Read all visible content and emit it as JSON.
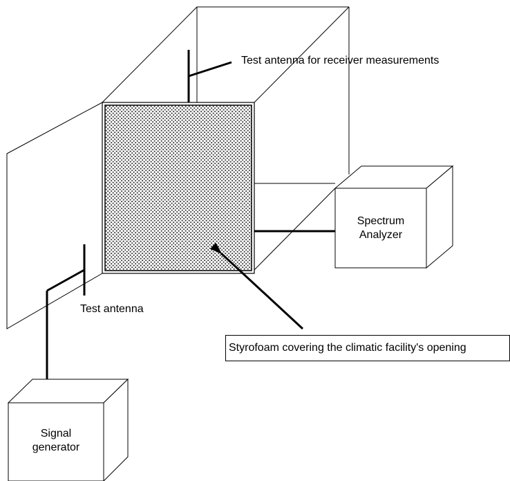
{
  "labels": {
    "test_antenna_receiver": "Test antenna for receiver measurements",
    "spectrum_analyzer_line1": "Spectrum",
    "spectrum_analyzer_line2": "Analyzer",
    "test_antenna": "Test antenna",
    "styrofoam": "Styrofoam covering the climatic facility's opening",
    "signal_generator_line1": "Signal",
    "signal_generator_line2": "generator"
  }
}
